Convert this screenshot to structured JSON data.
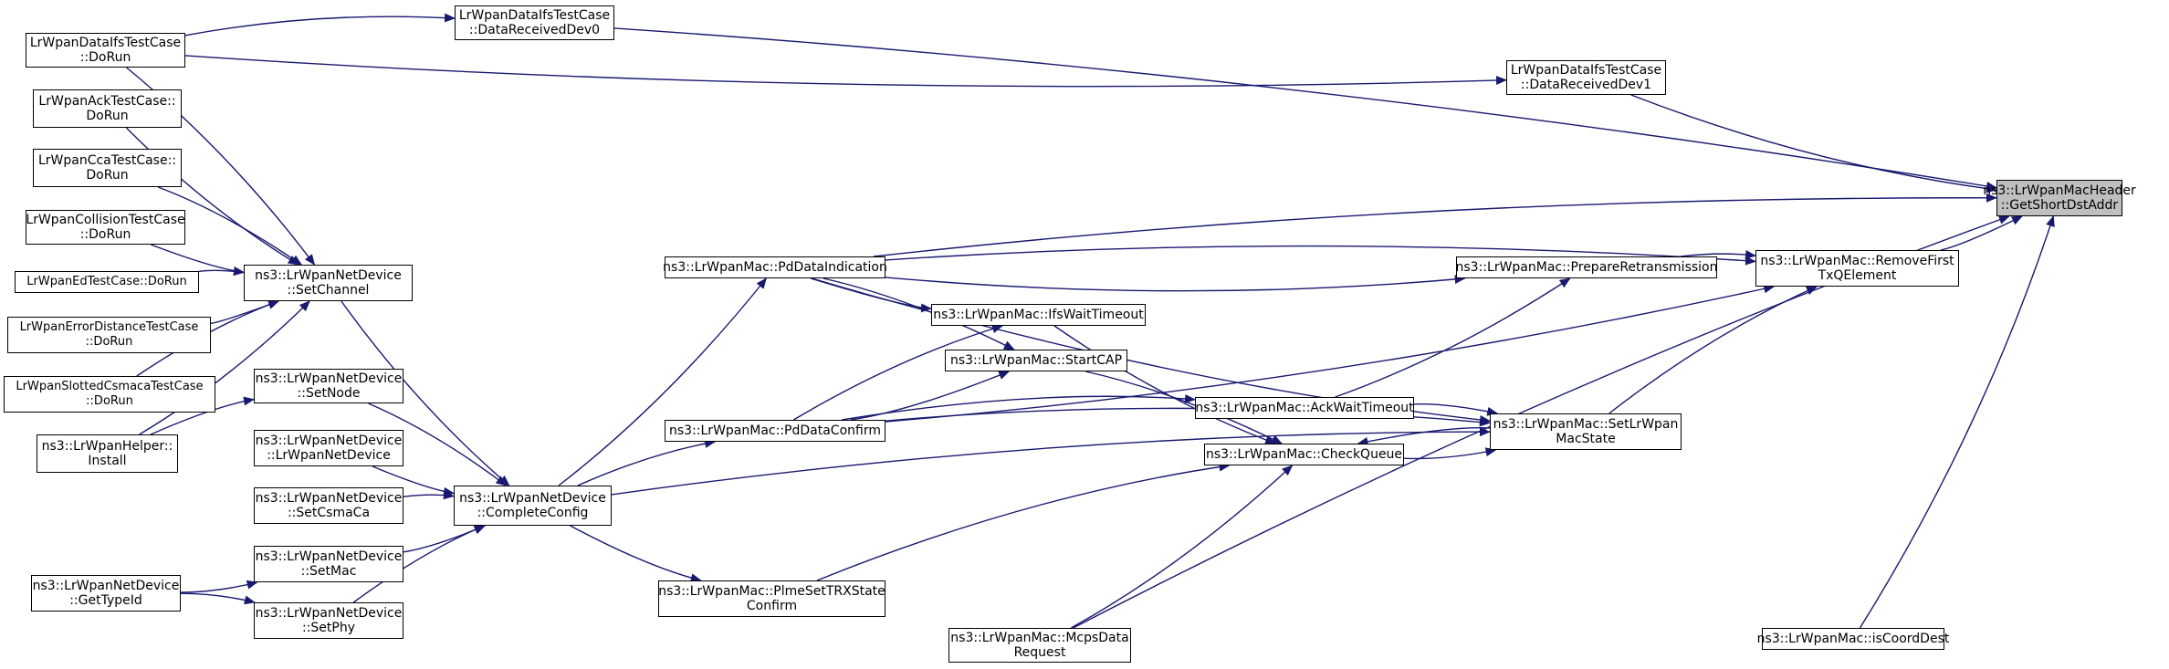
{
  "graph": {
    "title": "",
    "edge_color": "#191970",
    "highlight_fill": "#bfbfbf",
    "nodes": [
      {
        "id": "getshortdstaddr",
        "lines": [
          "ns3::LrWpanMacHeader",
          "::GetShortDstAddr"
        ],
        "highlight": true
      },
      {
        "id": "datareceiveddev0",
        "lines": [
          "LrWpanDataIfsTestCase",
          "::DataReceivedDev0"
        ]
      },
      {
        "id": "datareceiveddev1",
        "lines": [
          "LrWpanDataIfsTestCase",
          "::DataReceivedDev1"
        ]
      },
      {
        "id": "dataifs-dorun",
        "lines": [
          "LrWpanDataIfsTestCase",
          "::DoRun"
        ]
      },
      {
        "id": "ack-dorun",
        "lines": [
          "LrWpanAckTestCase::",
          "DoRun"
        ]
      },
      {
        "id": "cca-dorun",
        "lines": [
          "LrWpanCcaTestCase::",
          "DoRun"
        ]
      },
      {
        "id": "collision-dorun",
        "lines": [
          "LrWpanCollisionTestCase",
          "::DoRun"
        ]
      },
      {
        "id": "ed-dorun",
        "lines": [
          "LrWpanEdTestCase::DoRun"
        ]
      },
      {
        "id": "errordistance-dorun",
        "lines": [
          "LrWpanErrorDistanceTestCase",
          "::DoRun"
        ]
      },
      {
        "id": "slottedcsmaca-dorun",
        "lines": [
          "LrWpanSlottedCsmacaTestCase",
          "::DoRun"
        ]
      },
      {
        "id": "helper-install",
        "lines": [
          "ns3::LrWpanHelper::",
          "Install"
        ]
      },
      {
        "id": "setchannel",
        "lines": [
          "ns3::LrWpanNetDevice",
          "::SetChannel"
        ]
      },
      {
        "id": "setnode",
        "lines": [
          "ns3::LrWpanNetDevice",
          "::SetNode"
        ]
      },
      {
        "id": "ctor",
        "lines": [
          "ns3::LrWpanNetDevice",
          "::LrWpanNetDevice"
        ]
      },
      {
        "id": "setcsmaca",
        "lines": [
          "ns3::LrWpanNetDevice",
          "::SetCsmaCa"
        ]
      },
      {
        "id": "setmac",
        "lines": [
          "ns3::LrWpanNetDevice",
          "::SetMac"
        ]
      },
      {
        "id": "setphy",
        "lines": [
          "ns3::LrWpanNetDevice",
          "::SetPhy"
        ]
      },
      {
        "id": "gettypeid",
        "lines": [
          "ns3::LrWpanNetDevice",
          "::GetTypeId"
        ]
      },
      {
        "id": "completeconfig",
        "lines": [
          "ns3::LrWpanNetDevice",
          "::CompleteConfig"
        ]
      },
      {
        "id": "pddataindication",
        "lines": [
          "ns3::LrWpanMac::PdDataIndication"
        ]
      },
      {
        "id": "pddataconfirm",
        "lines": [
          "ns3::LrWpanMac::PdDataConfirm"
        ]
      },
      {
        "id": "plmesettrx",
        "lines": [
          "ns3::LrWpanMac::PlmeSetTRXState",
          "Confirm"
        ]
      },
      {
        "id": "ifswaittimeout",
        "lines": [
          "ns3::LrWpanMac::IfsWaitTimeout"
        ]
      },
      {
        "id": "startcap",
        "lines": [
          "ns3::LrWpanMac::StartCAP"
        ]
      },
      {
        "id": "ackwaittimeout",
        "lines": [
          "ns3::LrWpanMac::AckWaitTimeout"
        ]
      },
      {
        "id": "checkqueue",
        "lines": [
          "ns3::LrWpanMac::CheckQueue"
        ]
      },
      {
        "id": "mcpsdatarequest",
        "lines": [
          "ns3::LrWpanMac::McpsData",
          "Request"
        ]
      },
      {
        "id": "prepareretransmission",
        "lines": [
          "ns3::LrWpanMac::PrepareRetransmission"
        ]
      },
      {
        "id": "setlrwpanmacstate",
        "lines": [
          "ns3::LrWpanMac::SetLrWpan",
          "MacState"
        ]
      },
      {
        "id": "removefirsttxq",
        "lines": [
          "ns3::LrWpanMac::RemoveFirst",
          "TxQElement"
        ]
      },
      {
        "id": "iscoorddest",
        "lines": [
          "ns3::LrWpanMac::isCoordDest"
        ]
      }
    ],
    "edges": [
      {
        "from": "datareceiveddev0",
        "to": "getshortdstaddr"
      },
      {
        "from": "datareceiveddev1",
        "to": "getshortdstaddr"
      },
      {
        "from": "pddataindication",
        "to": "getshortdstaddr"
      },
      {
        "from": "removefirsttxq",
        "to": "getshortdstaddr"
      },
      {
        "from": "mcpsdatarequest",
        "to": "getshortdstaddr"
      },
      {
        "from": "iscoorddest",
        "to": "getshortdstaddr"
      },
      {
        "from": "dataifs-dorun",
        "to": "datareceiveddev0"
      },
      {
        "from": "dataifs-dorun",
        "to": "datareceiveddev1"
      },
      {
        "from": "dataifs-dorun",
        "to": "setchannel"
      },
      {
        "from": "ack-dorun",
        "to": "setchannel"
      },
      {
        "from": "cca-dorun",
        "to": "setchannel"
      },
      {
        "from": "collision-dorun",
        "to": "setchannel"
      },
      {
        "from": "ed-dorun",
        "to": "setchannel"
      },
      {
        "from": "errordistance-dorun",
        "to": "setchannel"
      },
      {
        "from": "slottedcsmaca-dorun",
        "to": "setchannel"
      },
      {
        "from": "helper-install",
        "to": "setchannel"
      },
      {
        "from": "helper-install",
        "to": "setnode"
      },
      {
        "from": "gettypeid",
        "to": "setmac"
      },
      {
        "from": "gettypeid",
        "to": "setphy"
      },
      {
        "from": "setchannel",
        "to": "completeconfig"
      },
      {
        "from": "setnode",
        "to": "completeconfig"
      },
      {
        "from": "ctor",
        "to": "completeconfig"
      },
      {
        "from": "setcsmaca",
        "to": "completeconfig"
      },
      {
        "from": "setmac",
        "to": "completeconfig"
      },
      {
        "from": "setphy",
        "to": "completeconfig"
      },
      {
        "from": "completeconfig",
        "to": "pddataindication"
      },
      {
        "from": "completeconfig",
        "to": "pddataconfirm"
      },
      {
        "from": "completeconfig",
        "to": "plmesettrx"
      },
      {
        "from": "completeconfig",
        "to": "setlrwpanmacstate"
      },
      {
        "from": "pddataindication",
        "to": "ifswaittimeout"
      },
      {
        "from": "pddataindication",
        "to": "startcap"
      },
      {
        "from": "pddataindication",
        "to": "prepareretransmission"
      },
      {
        "from": "pddataindication",
        "to": "removefirsttxq"
      },
      {
        "from": "pddataindication",
        "to": "setlrwpanmacstate"
      },
      {
        "from": "pddataconfirm",
        "to": "ifswaittimeout"
      },
      {
        "from": "pddataconfirm",
        "to": "startcap"
      },
      {
        "from": "pddataconfirm",
        "to": "ackwaittimeout"
      },
      {
        "from": "pddataconfirm",
        "to": "removefirsttxq"
      },
      {
        "from": "pddataconfirm",
        "to": "setlrwpanmacstate"
      },
      {
        "from": "ifswaittimeout",
        "to": "checkqueue"
      },
      {
        "from": "startcap",
        "to": "checkqueue"
      },
      {
        "from": "ackwaittimeout",
        "to": "prepareretransmission"
      },
      {
        "from": "ackwaittimeout",
        "to": "setlrwpanmacstate"
      },
      {
        "from": "checkqueue",
        "to": "setlrwpanmacstate"
      },
      {
        "from": "plmesettrx",
        "to": "checkqueue"
      },
      {
        "from": "mcpsdatarequest",
        "to": "checkqueue"
      },
      {
        "from": "prepareretransmission",
        "to": "removefirsttxq"
      },
      {
        "from": "setlrwpanmacstate",
        "to": "checkqueue"
      },
      {
        "from": "setlrwpanmacstate",
        "to": "removefirsttxq"
      }
    ]
  }
}
